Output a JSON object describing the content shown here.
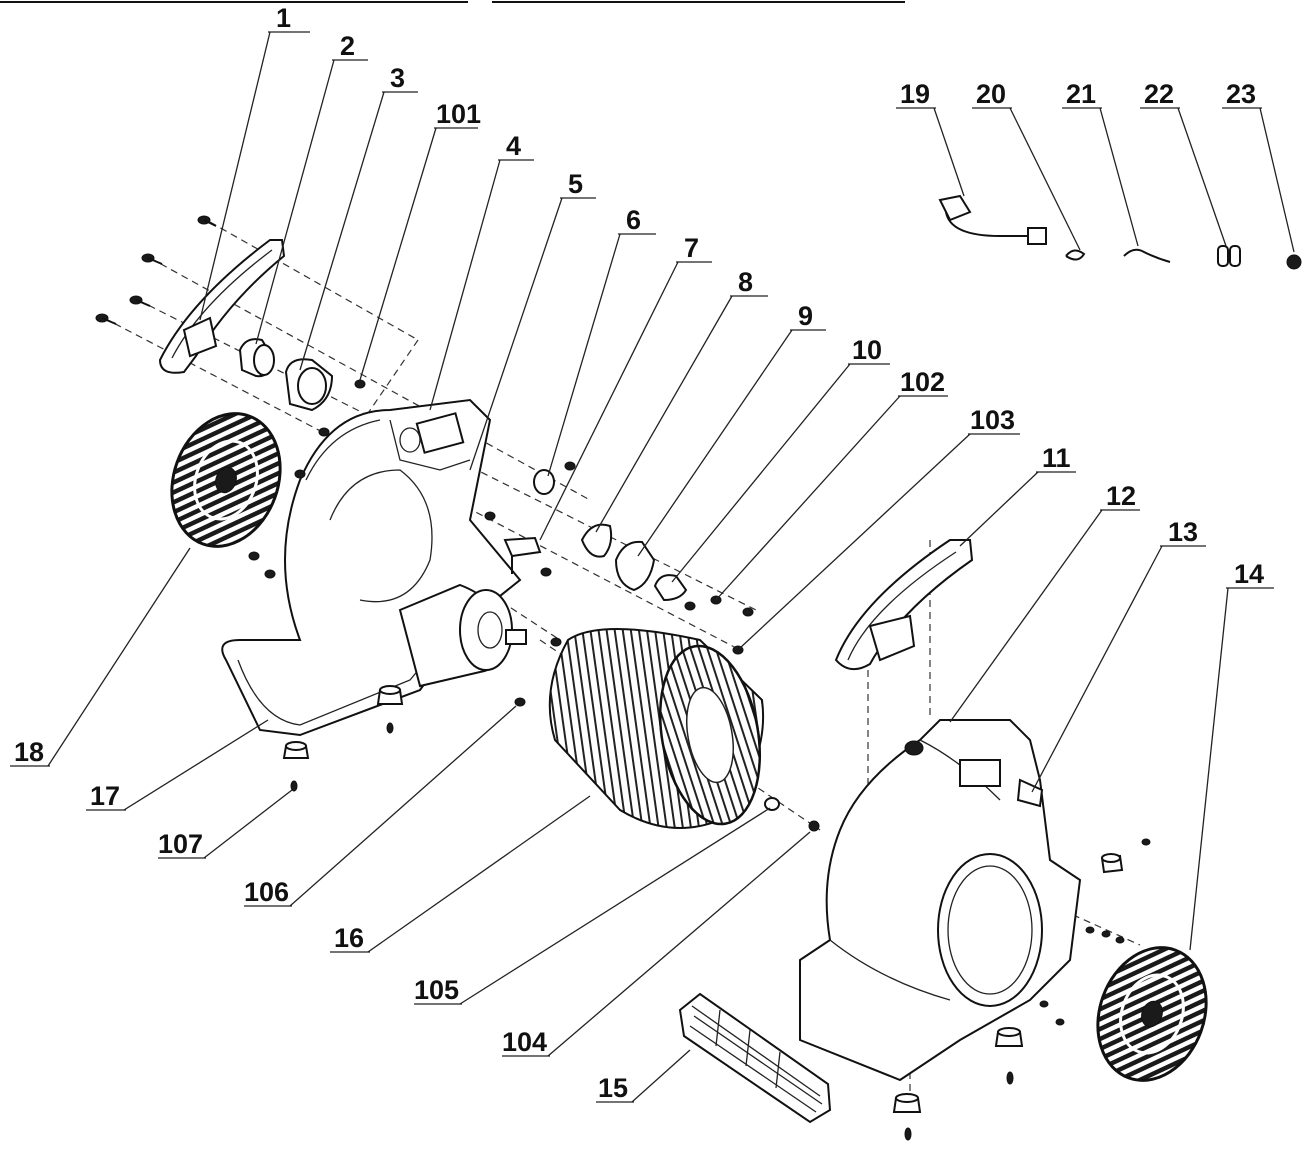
{
  "callouts": [
    {
      "id": "1",
      "text": "1"
    },
    {
      "id": "2",
      "text": "2"
    },
    {
      "id": "3",
      "text": "3"
    },
    {
      "id": "101",
      "text": "101"
    },
    {
      "id": "4",
      "text": "4"
    },
    {
      "id": "5",
      "text": "5"
    },
    {
      "id": "6",
      "text": "6"
    },
    {
      "id": "7",
      "text": "7"
    },
    {
      "id": "8",
      "text": "8"
    },
    {
      "id": "9",
      "text": "9"
    },
    {
      "id": "10",
      "text": "10"
    },
    {
      "id": "102",
      "text": "102"
    },
    {
      "id": "103",
      "text": "103"
    },
    {
      "id": "11",
      "text": "11"
    },
    {
      "id": "12",
      "text": "12"
    },
    {
      "id": "13",
      "text": "13"
    },
    {
      "id": "14",
      "text": "14"
    },
    {
      "id": "15",
      "text": "15"
    },
    {
      "id": "16",
      "text": "16"
    },
    {
      "id": "17",
      "text": "17"
    },
    {
      "id": "18",
      "text": "18"
    },
    {
      "id": "19",
      "text": "19"
    },
    {
      "id": "20",
      "text": "20"
    },
    {
      "id": "21",
      "text": "21"
    },
    {
      "id": "22",
      "text": "22"
    },
    {
      "id": "23",
      "text": "23"
    },
    {
      "id": "104",
      "text": "104"
    },
    {
      "id": "105",
      "text": "105"
    },
    {
      "id": "106",
      "text": "106"
    },
    {
      "id": "107",
      "text": "107"
    }
  ]
}
